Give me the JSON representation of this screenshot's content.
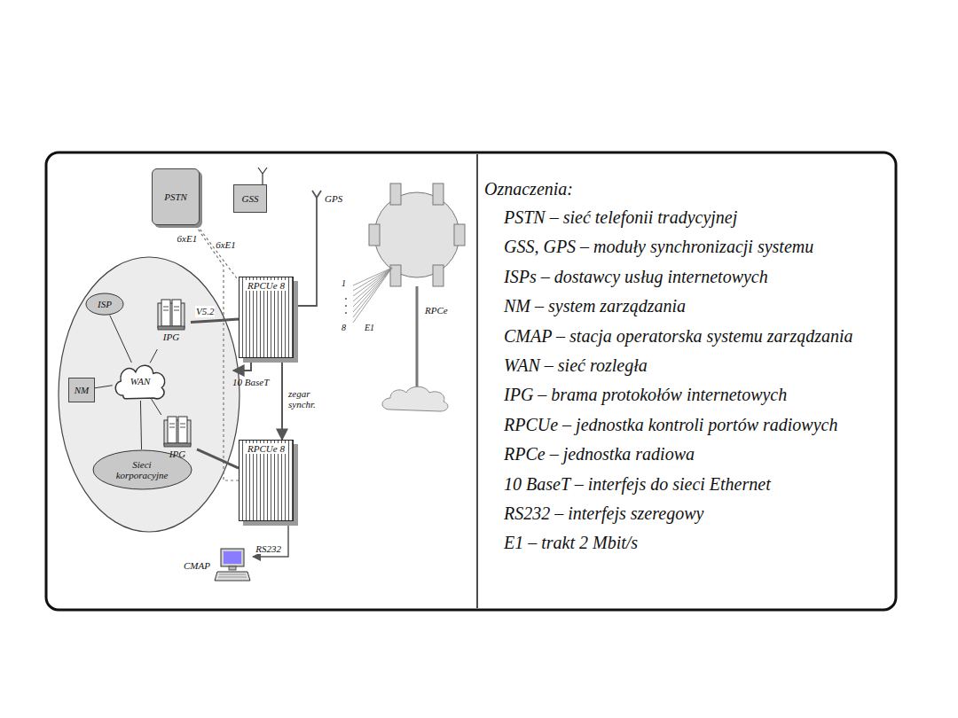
{
  "diagram": {
    "nodes": [
      {
        "text": [
          "PSTN"
        ]
      },
      {
        "text": [
          "GSS"
        ]
      },
      {
        "text": [
          "ISP"
        ]
      },
      {
        "text": [
          "NM"
        ]
      },
      {
        "text": [
          "WAN"
        ]
      },
      {
        "text": [
          "Sieci korporacyjne"
        ]
      },
      {
        "text": [
          "IPG"
        ]
      },
      {
        "text": [
          "RPCUe 8"
        ]
      },
      {
        "text": [
          "IPG"
        ]
      },
      {
        "text": [
          "RPCUe 8"
        ]
      },
      {
        "text": [
          "CMAP"
        ]
      }
    ],
    "edges": [
      {
        "from": 0,
        "to": 7,
        "label": "6xE1",
        "arrow": "none"
      },
      {
        "from": 0,
        "to": 9,
        "label": "6xE1",
        "arrow": "none"
      },
      {
        "from": 2,
        "to": 4,
        "arrow": "none"
      },
      {
        "from": 3,
        "to": 4,
        "arrow": "none"
      },
      {
        "from": 5,
        "to": 4,
        "arrow": "none"
      },
      {
        "from": 4,
        "to": 6,
        "arrow": "none"
      },
      {
        "from": 4,
        "to": 8,
        "arrow": "none"
      },
      {
        "from": 6,
        "to": 7,
        "label": "V5.2",
        "arrow": "none"
      },
      {
        "from": 8,
        "to": 9,
        "arrow": "none"
      },
      {
        "from": 7,
        "to": 9,
        "label": "zegar synchr.",
        "arrow": "to"
      },
      {
        "from": 9,
        "to": 10,
        "label": "RS232",
        "arrow": "to"
      }
    ],
    "labels": [
      "GPS",
      "10 BaseT",
      "1",
      "8",
      "E1",
      "RPCe",
      "Oznaczenia:",
      "PSTN – sieć telefonii tradycyjnej",
      "GSS, GPS – moduły synchronizacji systemu",
      "ISPs – dostawcy usług internetowych",
      "NM – system zarządzania",
      "CMAP – stacja operatorska systemu zarządzania",
      "WAN – sieć rozległa",
      "IPG – brama protokołów internetowych",
      "RPCUe – jednostka kontroli portów radiowych",
      "RPCe – jednostka radiowa",
      "10 BaseT – interfejs do sieci Ethernet",
      "RS232 – interfejs szeregowy",
      "E1 – trakt 2 Mbit/s"
    ]
  }
}
